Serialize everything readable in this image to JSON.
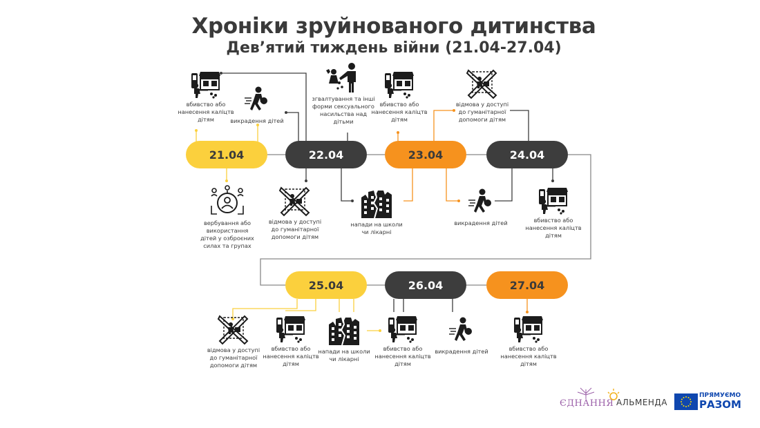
{
  "title": "Хроніки зруйнованого дитинства",
  "subtitle": "Дев’ятий тиждень війни (21.04-27.04)",
  "colors": {
    "yellow": "#fbd03d",
    "dark": "#3d3d3d",
    "orange": "#f6921e",
    "line": "#888888",
    "icon": "#1c1c1c"
  },
  "days": [
    {
      "date": "21.04",
      "color": "yellow"
    },
    {
      "date": "22.04",
      "color": "dark"
    },
    {
      "date": "23.04",
      "color": "orange"
    },
    {
      "date": "24.04",
      "color": "dark"
    },
    {
      "date": "25.04",
      "color": "yellow"
    },
    {
      "date": "26.04",
      "color": "dark"
    },
    {
      "date": "27.04",
      "color": "orange"
    }
  ],
  "events": [
    {
      "icon": "shooter-at-shop-icon",
      "label": "вбивство або\nнанесення каліцтв\nдітям"
    },
    {
      "icon": "running-kidnapper-icon",
      "label": "викрадення дітей"
    },
    {
      "icon": "child-soldier-recruitment-icon",
      "label": "вербування або\nвикористання\nдітей у озброєних\nсилах та групах"
    },
    {
      "icon": "blocked-aid-icon",
      "label": "відмова у доступі\nдо гуманітарної\nдопомоги дітям"
    },
    {
      "icon": "sexual-violence-icon",
      "label": "згвалтування та інші\nформи сексуального\nнасильства над\nдітьми"
    },
    {
      "icon": "destroyed-building-icon",
      "label": "напади на школи\nчи лікарні"
    },
    {
      "icon": "shooter-at-shop-icon",
      "label": "вбивство або\nнанесення каліцтв\nдітям"
    },
    {
      "icon": "blocked-aid-icon",
      "label": "відмова у доступі\nдо гуманітарної\nдопомоги дітям"
    },
    {
      "icon": "running-kidnapper-icon",
      "label": "викрадення дітей"
    },
    {
      "icon": "shooter-at-shop-icon",
      "label": "вбивство або\nнанесення каліцтв\nдітям"
    },
    {
      "icon": "blocked-aid-icon",
      "label": "відмова у доступі\nдо гуманітарної\nдопомоги дітям"
    },
    {
      "icon": "shooter-at-shop-icon",
      "label": "вбивство або\nнанесення каліцтв\nдітям"
    },
    {
      "icon": "destroyed-building-icon",
      "label": "напади на школи\nчи лікарні"
    },
    {
      "icon": "shooter-at-shop-icon",
      "label": "вбивство або\nнанесення каліцтв\nдітям"
    },
    {
      "icon": "running-kidnapper-icon",
      "label": "викрадення дітей"
    },
    {
      "icon": "shooter-at-shop-icon",
      "label": "вбивство або\nнанесення каліцтв\nдітям"
    }
  ],
  "logos": {
    "ednannya": "ЄДНАННЯ",
    "almenda": "АЛЬМЕНДА",
    "razom_line1": "ПРЯМУЄМО",
    "razom_line2": "РАЗОМ"
  }
}
